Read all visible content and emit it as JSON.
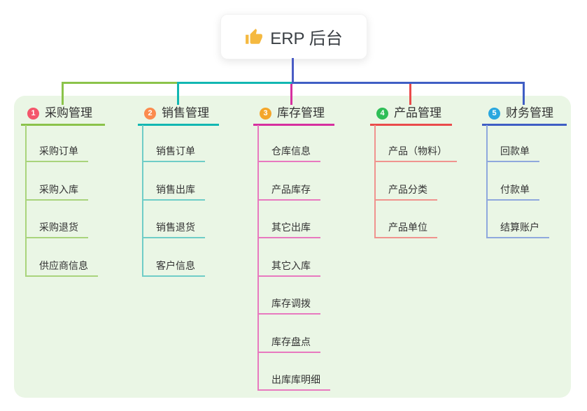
{
  "root": {
    "title": "ERP 后台"
  },
  "colors": {
    "panel_bg": "#eaf6e5",
    "root_stem": "#4a5cc5",
    "thumb": "#f5b940"
  },
  "branches": [
    {
      "num": "1",
      "label": "采购管理",
      "badge_color": "#f4566b",
      "line_color": "#8bc34a",
      "child_line_color": "#a9d47c",
      "children": [
        "采购订单",
        "采购入库",
        "采购退货",
        "供应商信息"
      ]
    },
    {
      "num": "2",
      "label": "销售管理",
      "badge_color": "#fb8b4e",
      "line_color": "#12b7b2",
      "child_line_color": "#6fcdc7",
      "children": [
        "销售订单",
        "销售出库",
        "销售退货",
        "客户信息"
      ]
    },
    {
      "num": "3",
      "label": "库存管理",
      "badge_color": "#f4a62a",
      "line_color": "#d6309f",
      "child_line_color": "#e879bf",
      "children": [
        "仓库信息",
        "产品库存",
        "其它出库",
        "其它入库",
        "库存调拨",
        "库存盘点",
        "出库库明细"
      ]
    },
    {
      "num": "4",
      "label": "产品管理",
      "badge_color": "#2fbe57",
      "line_color": "#ea4b4b",
      "child_line_color": "#f0938e",
      "children": [
        "产品（物料）",
        "产品分类",
        "产品单位"
      ]
    },
    {
      "num": "5",
      "label": "财务管理",
      "badge_color": "#29a7df",
      "line_color": "#3f5ec4",
      "child_line_color": "#8fa8dd",
      "children": [
        "回款单",
        "付款单",
        "结算账户"
      ]
    }
  ]
}
